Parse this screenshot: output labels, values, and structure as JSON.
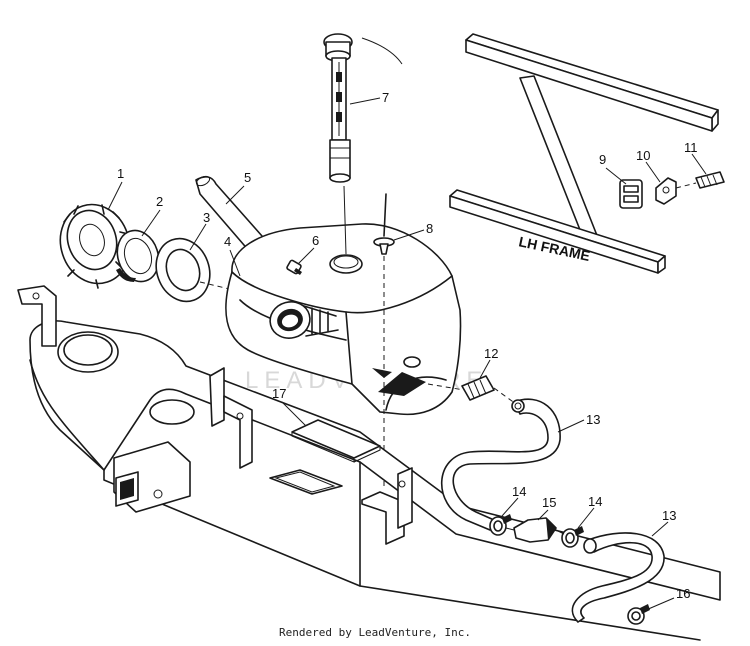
{
  "diagram": {
    "frame_label": "LH FRAME",
    "watermark": "LEADVENTURE",
    "callouts": {
      "c1": "1",
      "c2": "2",
      "c3": "3",
      "c4": "4",
      "c5": "5",
      "c6": "6",
      "c7": "7",
      "c8": "8",
      "c9": "9",
      "c10": "10",
      "c11": "11",
      "c12": "12",
      "c13a": "13",
      "c13b": "13",
      "c14a": "14",
      "c14b": "14",
      "c15": "15",
      "c16": "16",
      "c17": "17"
    }
  },
  "footer": {
    "credit": "Rendered by LeadVenture, Inc."
  }
}
